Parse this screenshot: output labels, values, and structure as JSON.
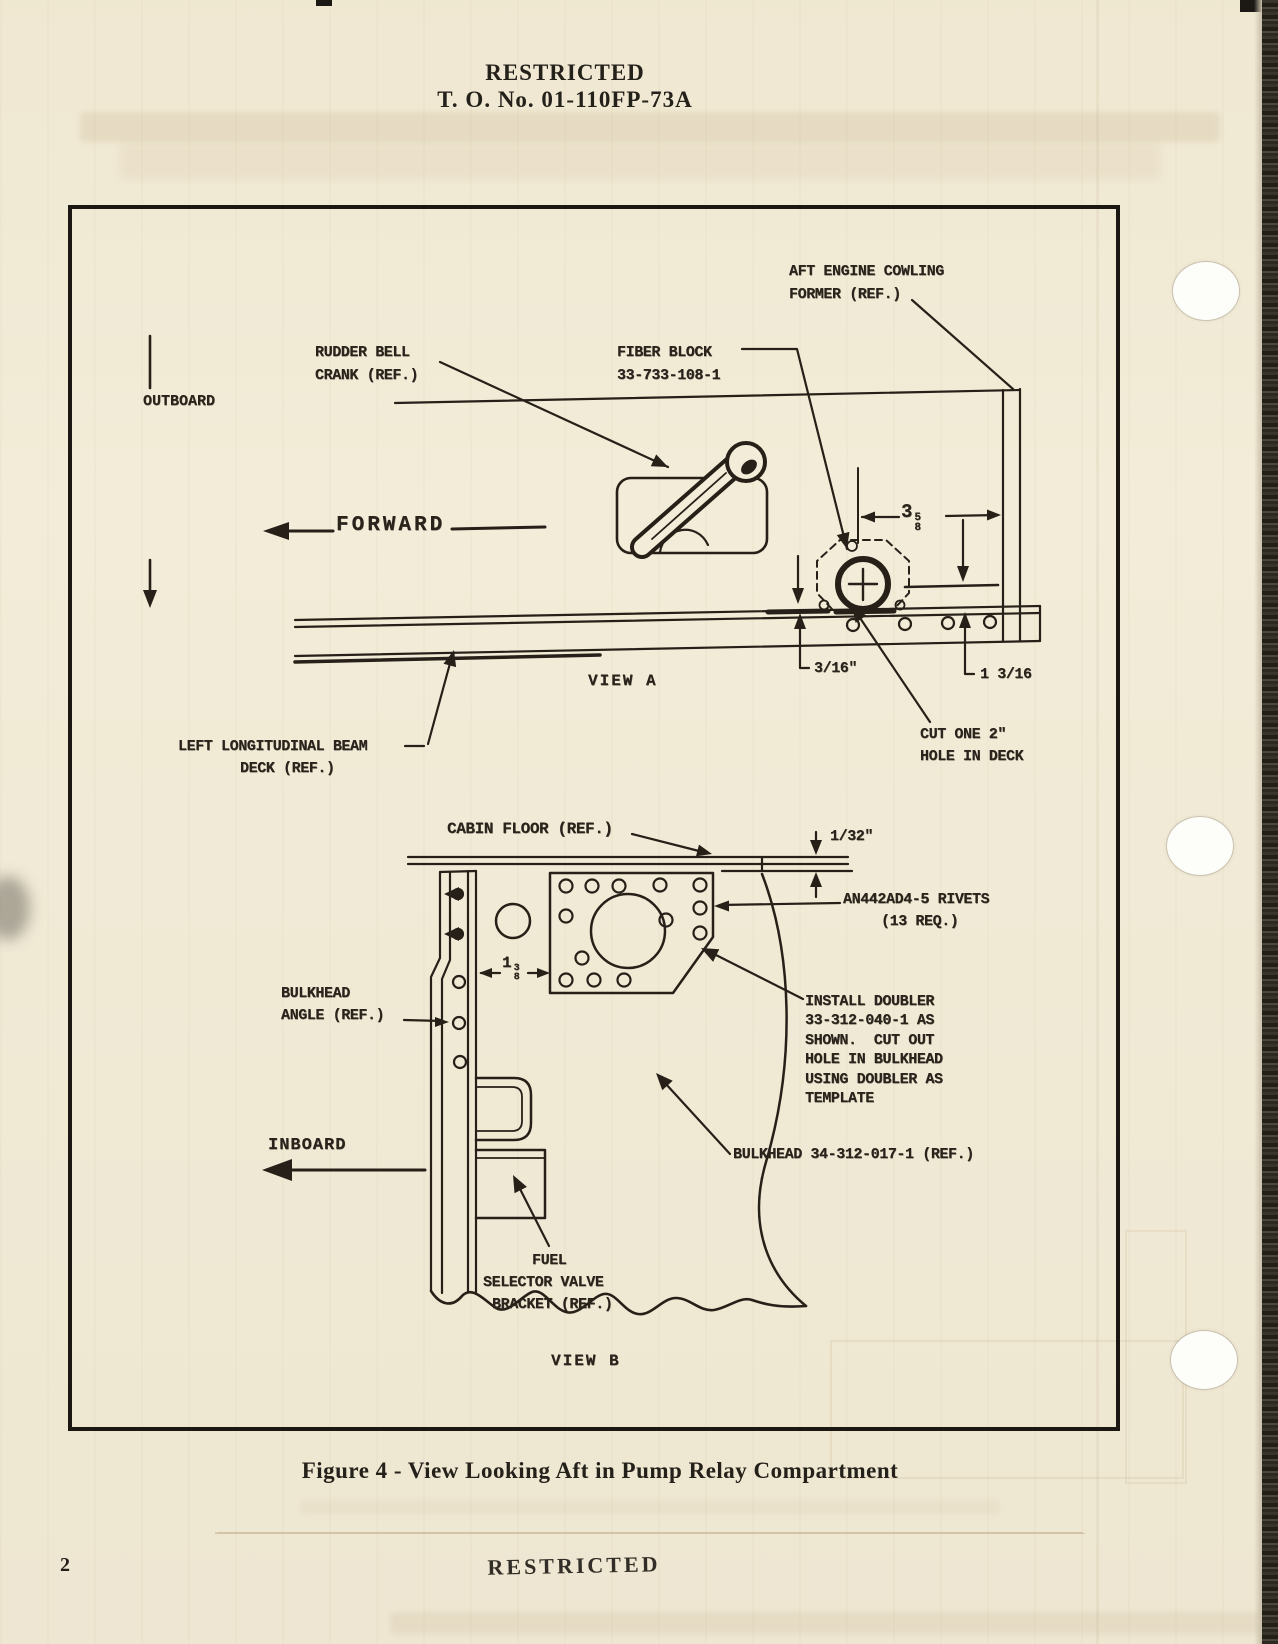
{
  "page": {
    "number": "2"
  },
  "header": {
    "classification": "RESTRICTED",
    "technical_order": "T. O. No. 01-110FP-73A"
  },
  "footer": {
    "classification": "RESTRICTED"
  },
  "figure": {
    "caption": "Figure 4 - View Looking Aft in Pump Relay Compartment",
    "view_a": {
      "title": "VIEW A",
      "direction_outboard": "OUTBOARD",
      "direction_forward": "FORWARD",
      "label_aft_former_line1": "AFT ENGINE COWLING",
      "label_aft_former_line2": "FORMER (REF.)",
      "label_rudder_line1": "RUDDER BELL",
      "label_rudder_line2": "CRANK (REF.)",
      "label_fiber_line1": "FIBER BLOCK",
      "label_fiber_line2": "33-733-108-1",
      "label_beam_line1": "LEFT LONGITUDINAL BEAM",
      "label_beam_line2": "DECK (REF.)",
      "label_cut_hole_line1": "CUT ONE 2\"",
      "label_cut_hole_line2": "HOLE IN DECK",
      "dim_former_whole": "3",
      "dim_former_num": "5",
      "dim_former_den": "8",
      "dim_deck": "3/16\"",
      "dim_edge": "1 3/16"
    },
    "view_b": {
      "title": "VIEW B",
      "direction_inboard": "INBOARD",
      "label_cabin_floor": "CABIN FLOOR (REF.)",
      "label_rivets_line1": "AN442AD4-5 RIVETS",
      "label_rivets_line2": "(13 REQ.)",
      "label_bulkhead_angle_line1": "BULKHEAD",
      "label_bulkhead_angle_line2": "ANGLE (REF.)",
      "install_note_line1": "INSTALL DOUBLER",
      "install_note_line2": "33-312-040-1 AS",
      "install_note_line3": "SHOWN.  CUT OUT",
      "install_note_line4": "HOLE IN BULKHEAD",
      "install_note_line5": "USING DOUBLER AS",
      "install_note_line6": "TEMPLATE",
      "label_bulkhead_ref": "BULKHEAD 34-312-017-1 (REF.)",
      "label_fuel_line1": "FUEL",
      "label_fuel_line2": "SELECTOR VALVE",
      "label_fuel_line3": "BRACKET (REF.)",
      "dim_floor": "1/32\"",
      "dim_angle_whole": "1",
      "dim_angle_num": "3",
      "dim_angle_den": "8"
    }
  },
  "colors": {
    "paper": "#f2ecd8",
    "ink": "#262018"
  }
}
